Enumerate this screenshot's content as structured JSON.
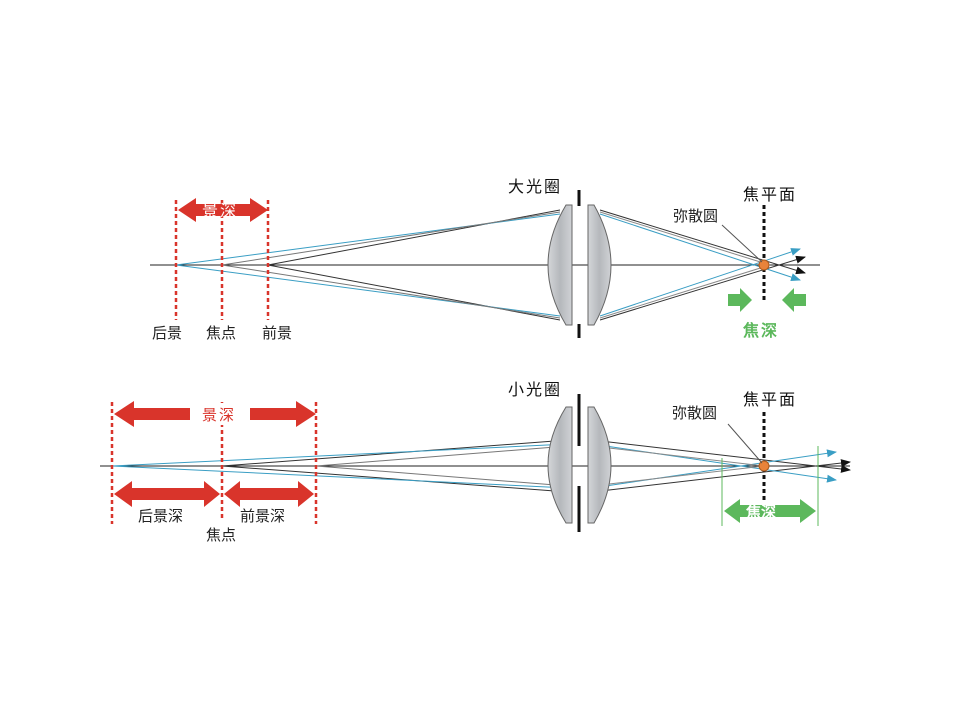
{
  "top": {
    "aperture_label": "大光圈",
    "focal_plane_label": "焦平面",
    "circle_label": "弥散圆",
    "dof_label": "景深",
    "focus_depth_label": "焦深",
    "back_label": "后景",
    "focus_label": "焦点",
    "front_label": "前景"
  },
  "bottom": {
    "aperture_label": "小光圈",
    "focal_plane_label": "焦平面",
    "circle_label": "弥散圆",
    "dof_label": "景深",
    "focus_depth_label": "焦深",
    "back_dof_label": "后景深",
    "front_dof_label": "前景深",
    "focus_label": "焦点"
  },
  "colors": {
    "red": "#d9342b",
    "green": "#5cb85c",
    "teal": "#3a9ec4",
    "lens": "#bfc2c6"
  }
}
